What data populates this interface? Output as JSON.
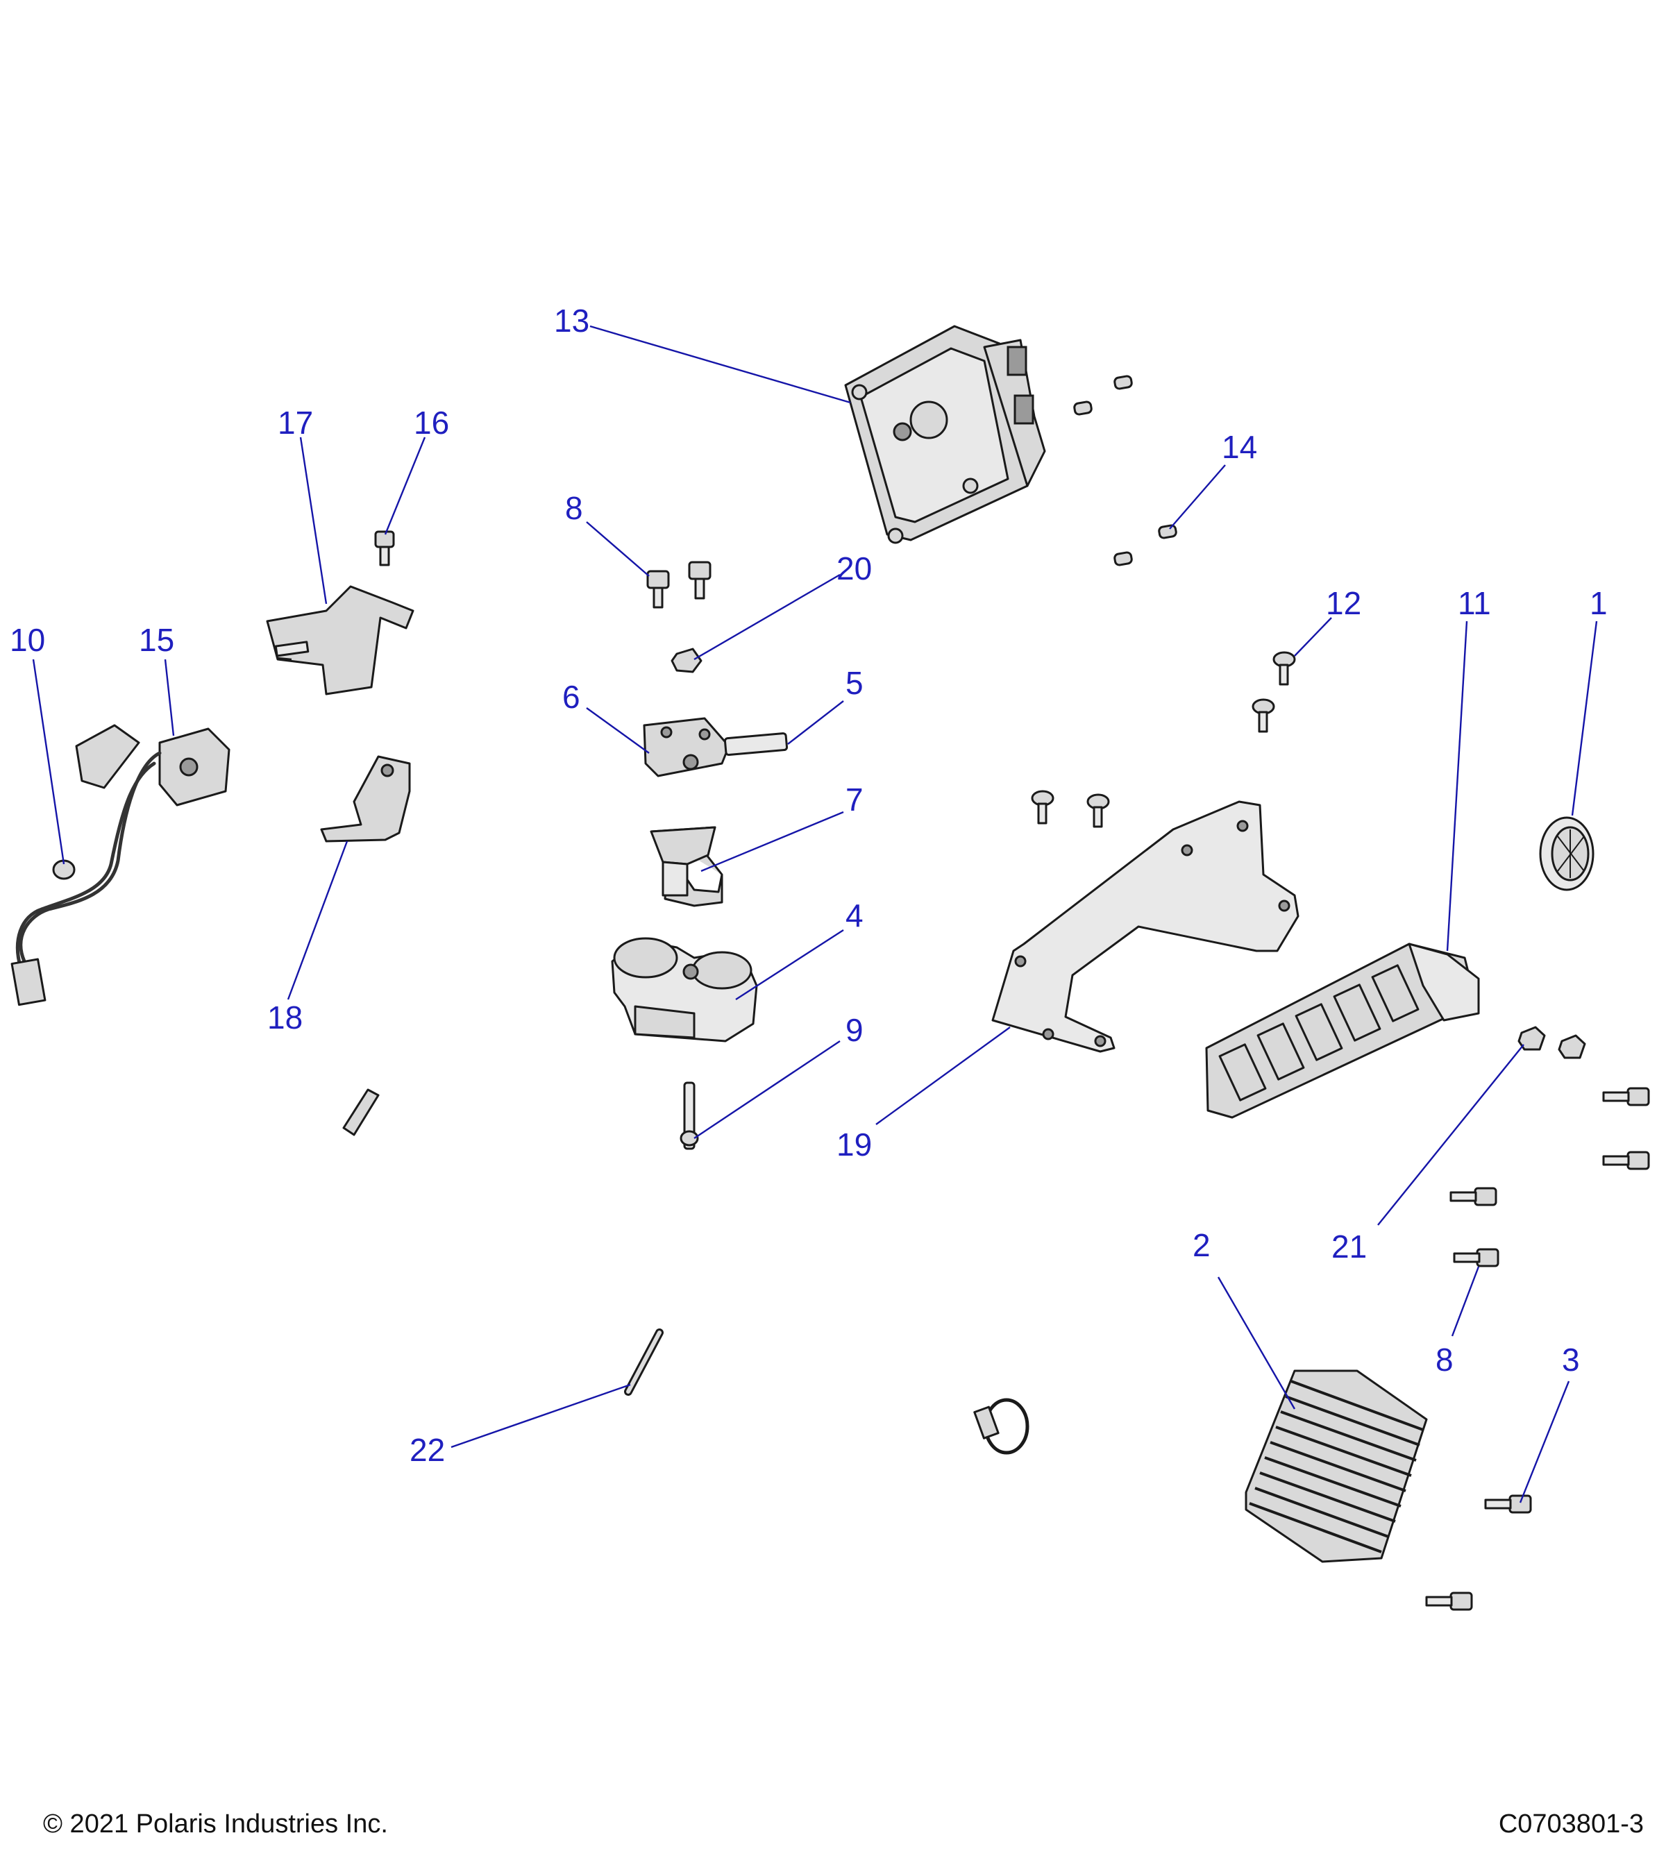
{
  "callouts": [
    {
      "id": "13",
      "label": "13"
    },
    {
      "id": "17",
      "label": "17"
    },
    {
      "id": "16",
      "label": "16"
    },
    {
      "id": "8a",
      "label": "8"
    },
    {
      "id": "20",
      "label": "20"
    },
    {
      "id": "14",
      "label": "14"
    },
    {
      "id": "12",
      "label": "12"
    },
    {
      "id": "11",
      "label": "11"
    },
    {
      "id": "1",
      "label": "1"
    },
    {
      "id": "10",
      "label": "10"
    },
    {
      "id": "15",
      "label": "15"
    },
    {
      "id": "6",
      "label": "6"
    },
    {
      "id": "5",
      "label": "5"
    },
    {
      "id": "7",
      "label": "7"
    },
    {
      "id": "4",
      "label": "4"
    },
    {
      "id": "18",
      "label": "18"
    },
    {
      "id": "9",
      "label": "9"
    },
    {
      "id": "19",
      "label": "19"
    },
    {
      "id": "21",
      "label": "21"
    },
    {
      "id": "2",
      "label": "2"
    },
    {
      "id": "8b",
      "label": "8"
    },
    {
      "id": "3",
      "label": "3"
    },
    {
      "id": "22",
      "label": "22"
    }
  ],
  "footer": {
    "copyright": "© 2021 Polaris Industries Inc.",
    "drawing_number": "C0703801-3"
  }
}
